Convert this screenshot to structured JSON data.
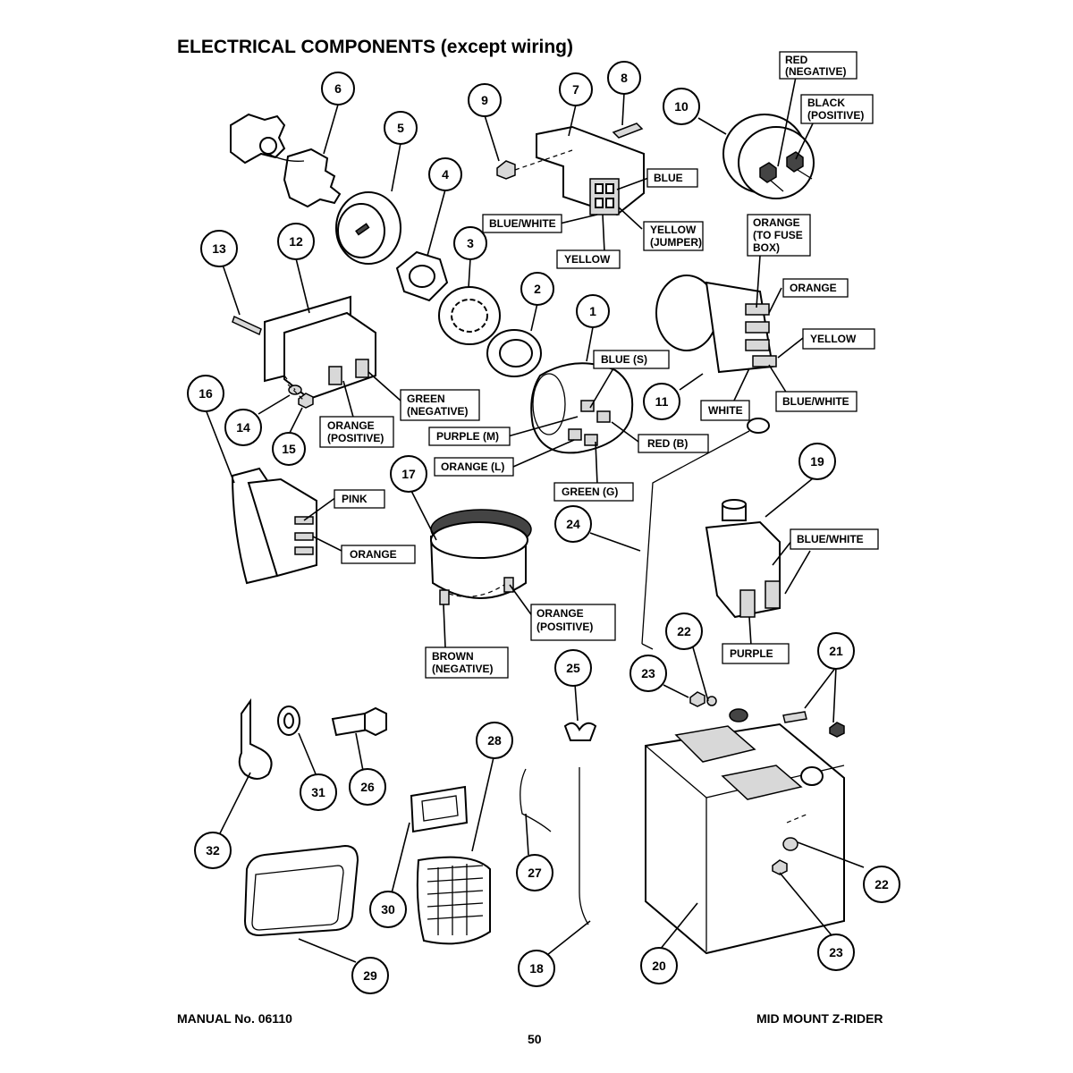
{
  "title": "ELECTRICAL COMPONENTS (except wiring)",
  "footer": {
    "manual": "MANUAL No. 06110",
    "page": "50",
    "model": "MID MOUNT Z-RIDER"
  },
  "callouts": [
    "1",
    "2",
    "3",
    "4",
    "5",
    "6",
    "7",
    "8",
    "9",
    "10",
    "11",
    "12",
    "13",
    "14",
    "15",
    "16",
    "17",
    "18",
    "19",
    "20",
    "21",
    "22",
    "22",
    "22",
    "23",
    "23",
    "24",
    "25",
    "26",
    "27",
    "28",
    "29",
    "30",
    "31",
    "32"
  ],
  "wire_labels": [
    [
      "RED",
      "(NEGATIVE)"
    ],
    [
      "BLACK",
      "(POSITIVE)"
    ],
    [
      "BLUE"
    ],
    [
      "BLUE/WHITE"
    ],
    [
      "YELLOW",
      "(JUMPER)"
    ],
    [
      "YELLOW"
    ],
    [
      "ORANGE",
      "(TO FUSE",
      "BOX)"
    ],
    [
      "ORANGE"
    ],
    [
      "YELLOW"
    ],
    [
      "BLUE/WHITE"
    ],
    [
      "WHITE"
    ],
    [
      "BLUE (S)"
    ],
    [
      "GREEN",
      "(NEGATIVE)"
    ],
    [
      "ORANGE",
      "(POSITIVE)"
    ],
    [
      "PURPLE (M)"
    ],
    [
      "RED (B)"
    ],
    [
      "ORANGE (L)"
    ],
    [
      "GREEN (G)"
    ],
    [
      "PINK"
    ],
    [
      "ORANGE"
    ],
    [
      "BLUE/WHITE"
    ],
    [
      "ORANGE",
      "(POSITIVE)"
    ],
    [
      "BROWN",
      "(NEGATIVE)"
    ],
    [
      "PURPLE"
    ]
  ]
}
